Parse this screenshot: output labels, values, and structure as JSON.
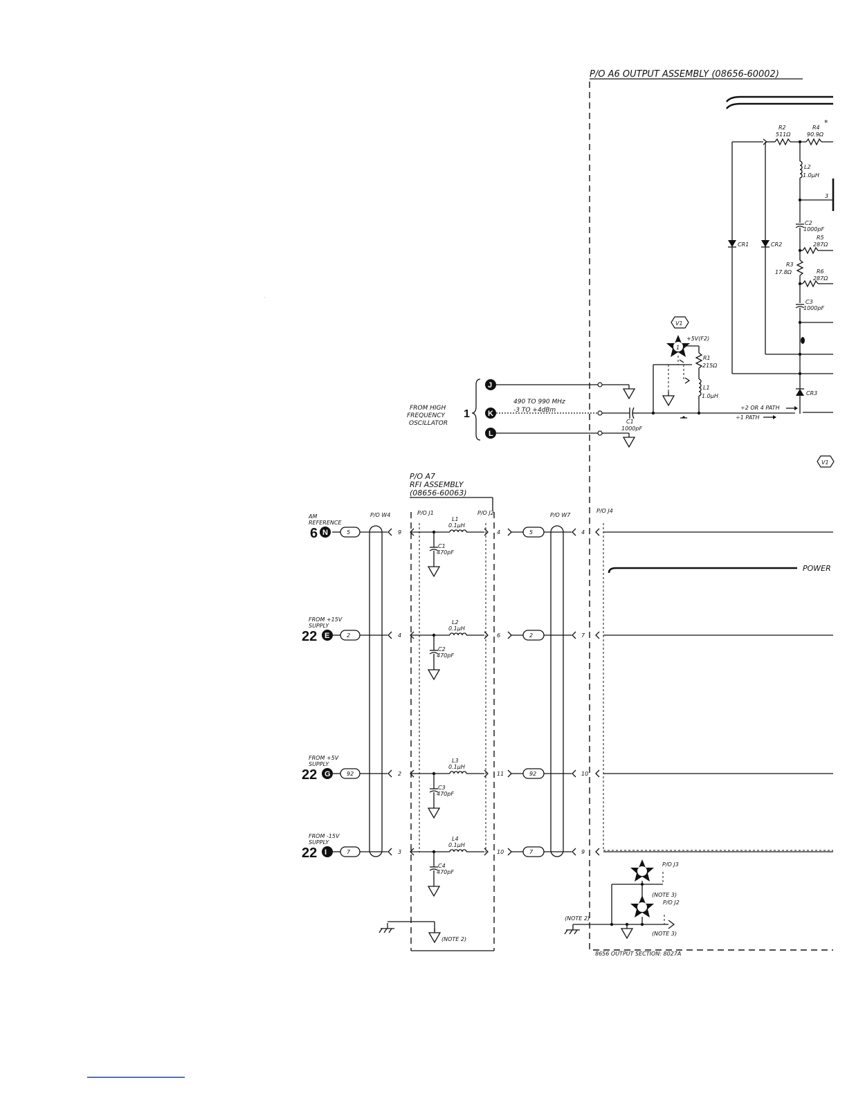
{
  "a6": {
    "title": "P/O A6 OUTPUT ASSEMBLY (08656-60002)",
    "r2": "R2",
    "r2_val": "511Ω",
    "r4": "R4",
    "r4_mark": "*",
    "r4_val": "90.9Ω",
    "l2": "L2",
    "l2_val": "1.0µH",
    "pin3": "3",
    "c2": "C2",
    "c2_val": "1000pF",
    "r5": "R5",
    "r5_val": "287Ω",
    "r3": "R3",
    "r3_val": "17.8Ω",
    "r6": "R6",
    "r6_val": "287Ω",
    "c3": "C3",
    "c3_val": "1000pF",
    "cr1": "CR1",
    "cr2": "CR2",
    "cr3": "CR3",
    "tp_v1": "V1",
    "tp_v1b": "V1",
    "supply": "+5V(F2)",
    "tp_num": "1",
    "r1": "R1",
    "r1_val": "215Ω",
    "l1": "L1",
    "l1_val": "1.0µH",
    "c1": "C1",
    "c1_val": "1000pF",
    "path_div": "÷2 OR 4 PATH",
    "path_one": "÷1 PATH",
    "power": "POWER",
    "j4_label": "P/O J4",
    "j4_pins": [
      "4",
      "7",
      "10",
      "9"
    ],
    "j3_label": "P/O J3",
    "j2_label": "P/O J2",
    "note3a": "(NOTE 3)",
    "note3b": "(NOTE 3)",
    "note2": "(NOTE 2)",
    "footer": "8656 OUTPUT SECTION: 8027A"
  },
  "osc": {
    "label_lines": [
      "FROM HIGH",
      "FREQUENCY",
      "OSCILLATOR"
    ],
    "number": "1",
    "freq": "490 TO 990 MHz",
    "level": "-3 TO +4dBm",
    "nodes": [
      "J",
      "K",
      "L"
    ]
  },
  "a7": {
    "title_lines": [
      "P/O A7",
      "RFI ASSEMBLY",
      "(08656-60063)"
    ],
    "j1_label": "P/O J1",
    "j2_label": "P/O J2",
    "w4_label": "P/O W4",
    "w7_label": "P/O W7",
    "note2": "(NOTE 2)",
    "rows": [
      {
        "src": [
          "AM",
          "REFERENCE"
        ],
        "num": "6",
        "node": "N",
        "wire": "5",
        "j1": "9",
        "l": "L1",
        "l_val": "0.1µH",
        "c": "C1",
        "c_val": "470pF",
        "j2": "4",
        "w7_wire": "5"
      },
      {
        "src": [
          "FROM +15V",
          "SUPPLY"
        ],
        "num": "22",
        "node": "E",
        "wire": "2",
        "j1": "4",
        "l": "L2",
        "l_val": "0.1µH",
        "c": "C2",
        "c_val": "470pF",
        "j2": "6",
        "w7_wire": "2"
      },
      {
        "src": [
          "FROM +5V",
          "SUPPLY"
        ],
        "num": "22",
        "node": "G",
        "wire": "92",
        "j1": "2",
        "l": "L3",
        "l_val": "0.1µH",
        "c": "C3",
        "c_val": "470pF",
        "j2": "11",
        "w7_wire": "92"
      },
      {
        "src": [
          "FROM -15V",
          "SUPPLY"
        ],
        "num": "22",
        "node": "I",
        "wire": "7",
        "j1": "3",
        "l": "L4",
        "l_val": "0.1µH",
        "c": "C4",
        "c_val": "470pF",
        "j2": "10",
        "w7_wire": "7"
      }
    ]
  }
}
